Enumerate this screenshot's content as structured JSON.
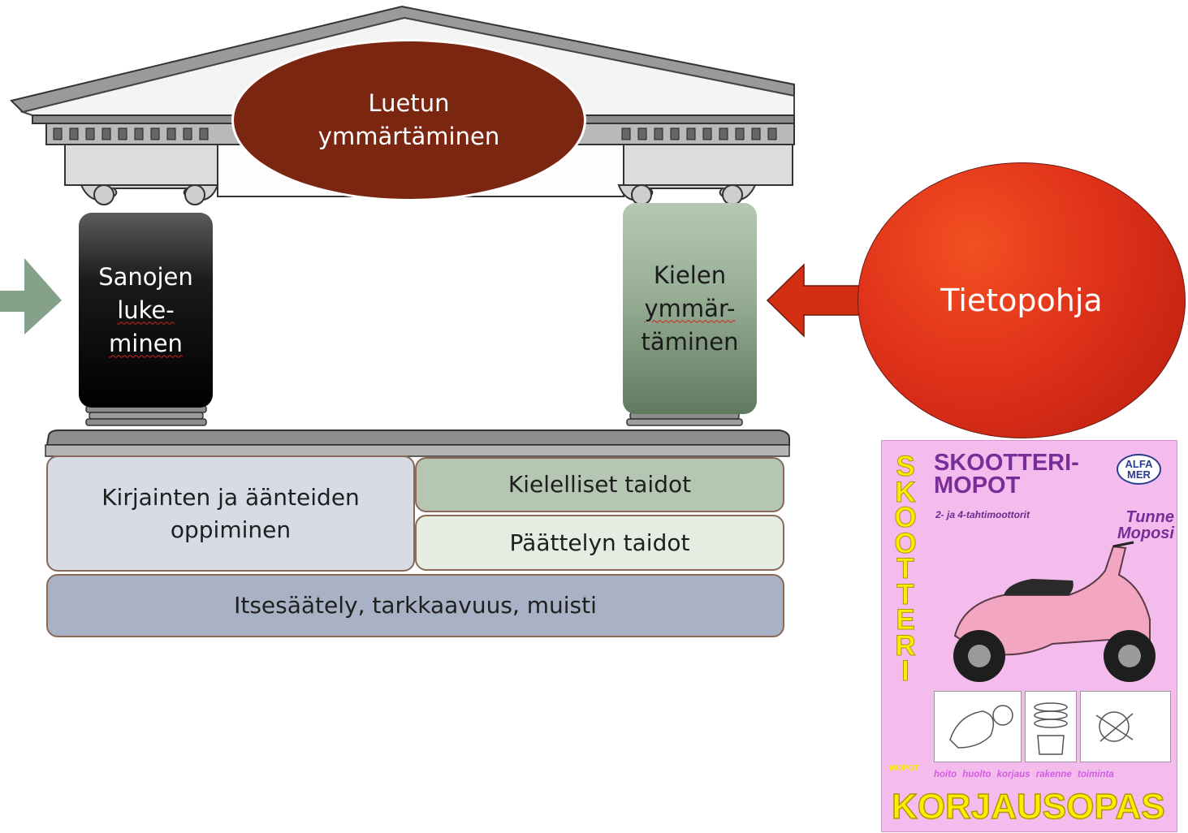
{
  "roof_label": "Luetun ymmärtäminen",
  "pillars": {
    "left": {
      "lines": [
        "Sanojen",
        "luke-",
        "minen"
      ]
    },
    "right": {
      "lines": [
        "Kielen",
        "ymmär-",
        "täminen"
      ]
    }
  },
  "knowledge_circle": "Tietopohja",
  "foundation": {
    "letters_sounds": "Kirjainten ja äänteiden oppiminen",
    "language_skills": "Kielelliset taidot",
    "inference_skills": "Päättelyn taidot",
    "self_regulation": "Itsesäätely, tarkkaavuus, muisti"
  },
  "colors": {
    "roof_oval": "#7a2610",
    "left_pillar": "#000000",
    "right_pillar": "#7a967a",
    "circle": "#e0321a",
    "left_arrow": "#86a18a",
    "right_arrow": "#d42f12"
  },
  "book": {
    "spine_letters": [
      "S",
      "K",
      "O",
      "O",
      "T",
      "T",
      "E",
      "R",
      "I"
    ],
    "title_line1": "SKOOTTERI-",
    "title_line2": "MOPOT",
    "subtitle": "2- ja 4-tahtimoottorit",
    "badge_line1": "ALFA",
    "badge_line2": "MER",
    "slogan_line1": "Tunne",
    "slogan_line2": "Moposi",
    "small_mopot": "MOPOT",
    "strip": "hoito huolto korjaus rakenne toiminta",
    "bottom": "KORJAUSOPAS"
  }
}
